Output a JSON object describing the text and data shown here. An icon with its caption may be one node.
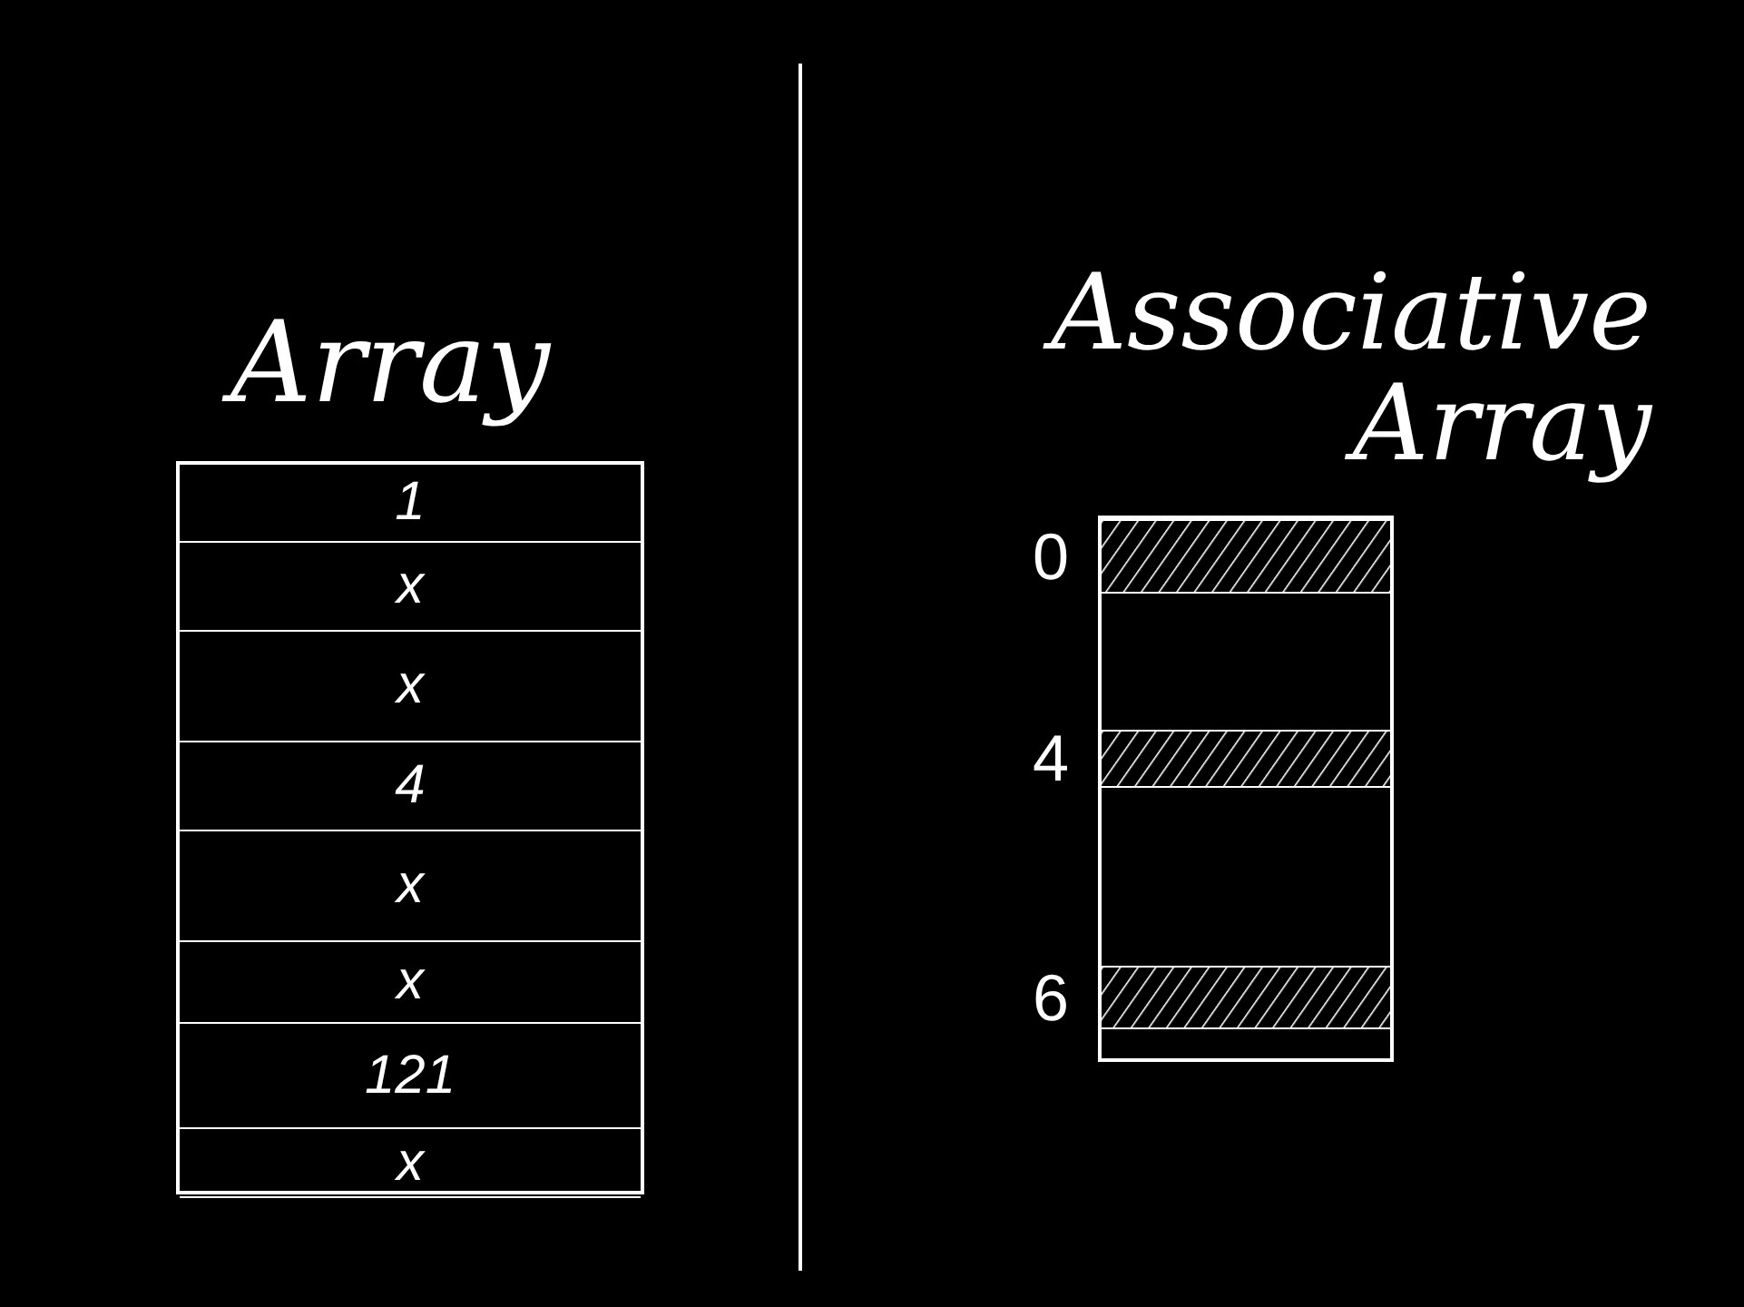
{
  "diagram": {
    "nodes": [
      {
        "text": [
          "Array"
        ]
      },
      {
        "text": [
          "1"
        ],
        "in": 0
      },
      {
        "text": [
          "x"
        ],
        "in": 0
      },
      {
        "text": [
          "x"
        ],
        "in": 0
      },
      {
        "text": [
          "4"
        ],
        "in": 0
      },
      {
        "text": [
          "x"
        ],
        "in": 0
      },
      {
        "text": [
          "x"
        ],
        "in": 0
      },
      {
        "text": [
          "121"
        ],
        "in": 0
      },
      {
        "text": [
          "x"
        ],
        "in": 0
      },
      {
        "text": [
          "Associative Array"
        ]
      },
      {
        "text": [],
        "shape": "bar",
        "in": 9,
        "beside": [
          "0"
        ]
      },
      {
        "text": [],
        "shape": "bar",
        "in": 9,
        "beside": [
          "4"
        ]
      },
      {
        "text": [],
        "shape": "bar",
        "in": 9,
        "beside": [
          "6"
        ]
      }
    ]
  }
}
